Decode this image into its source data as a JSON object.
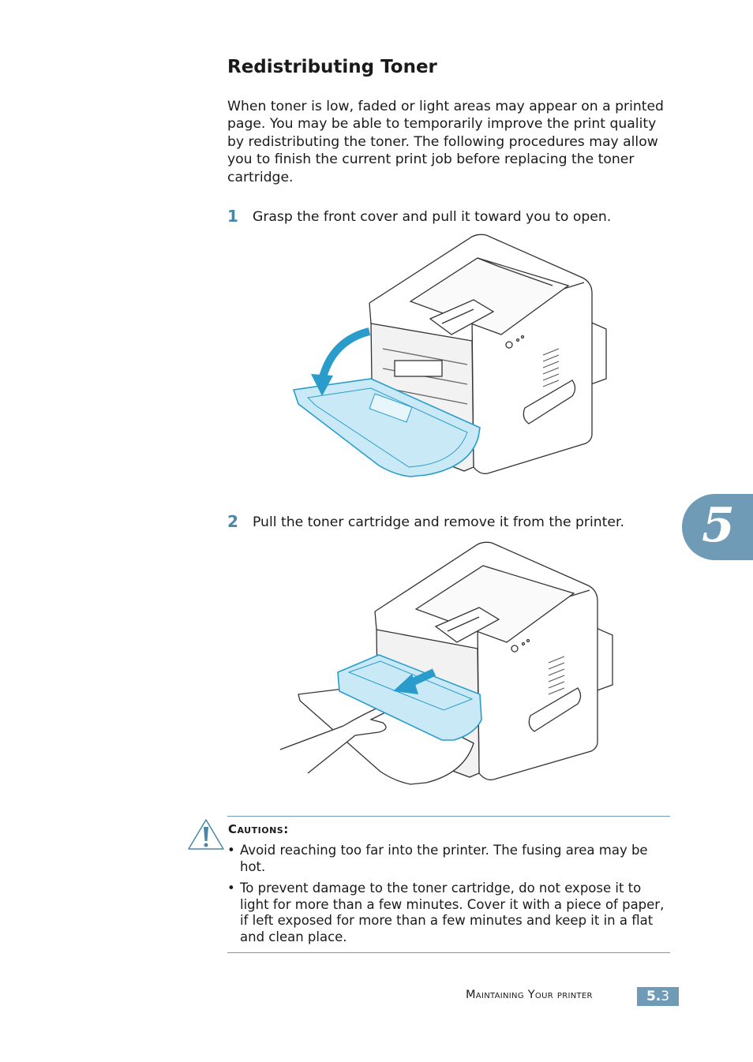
{
  "page": {
    "title": "Redistributing Toner",
    "intro": "When toner is low, faded or light areas may appear on a printed page. You may be able to temporarily improve the print quality by redistributing the toner. The following procedures may allow you to finish the current print job before replacing the toner cartridge."
  },
  "steps": [
    {
      "number": "1",
      "text": "Grasp the front cover and pull it toward you to open."
    },
    {
      "number": "2",
      "text": "Pull the toner cartridge and remove it from the printer."
    }
  ],
  "chapter": {
    "number": "5"
  },
  "cautions": {
    "title": "Cautions:",
    "items": [
      "Avoid reaching too far into the printer. The fusing area may be hot.",
      "To prevent damage to the toner cartridge, do not expose it to light for more than a few minutes. Cover it with a piece of paper, if left exposed for more than a few minutes and keep it in a flat and clean place."
    ]
  },
  "footer": {
    "section_label": "Maintaining Your printer",
    "page_bold": "5.",
    "page_num": "3"
  },
  "colors": {
    "accent": "#6f9bb6",
    "step_number": "#4a86a8",
    "cover_fill": "#c8e9f5",
    "cover_stroke": "#2a9ccc"
  }
}
